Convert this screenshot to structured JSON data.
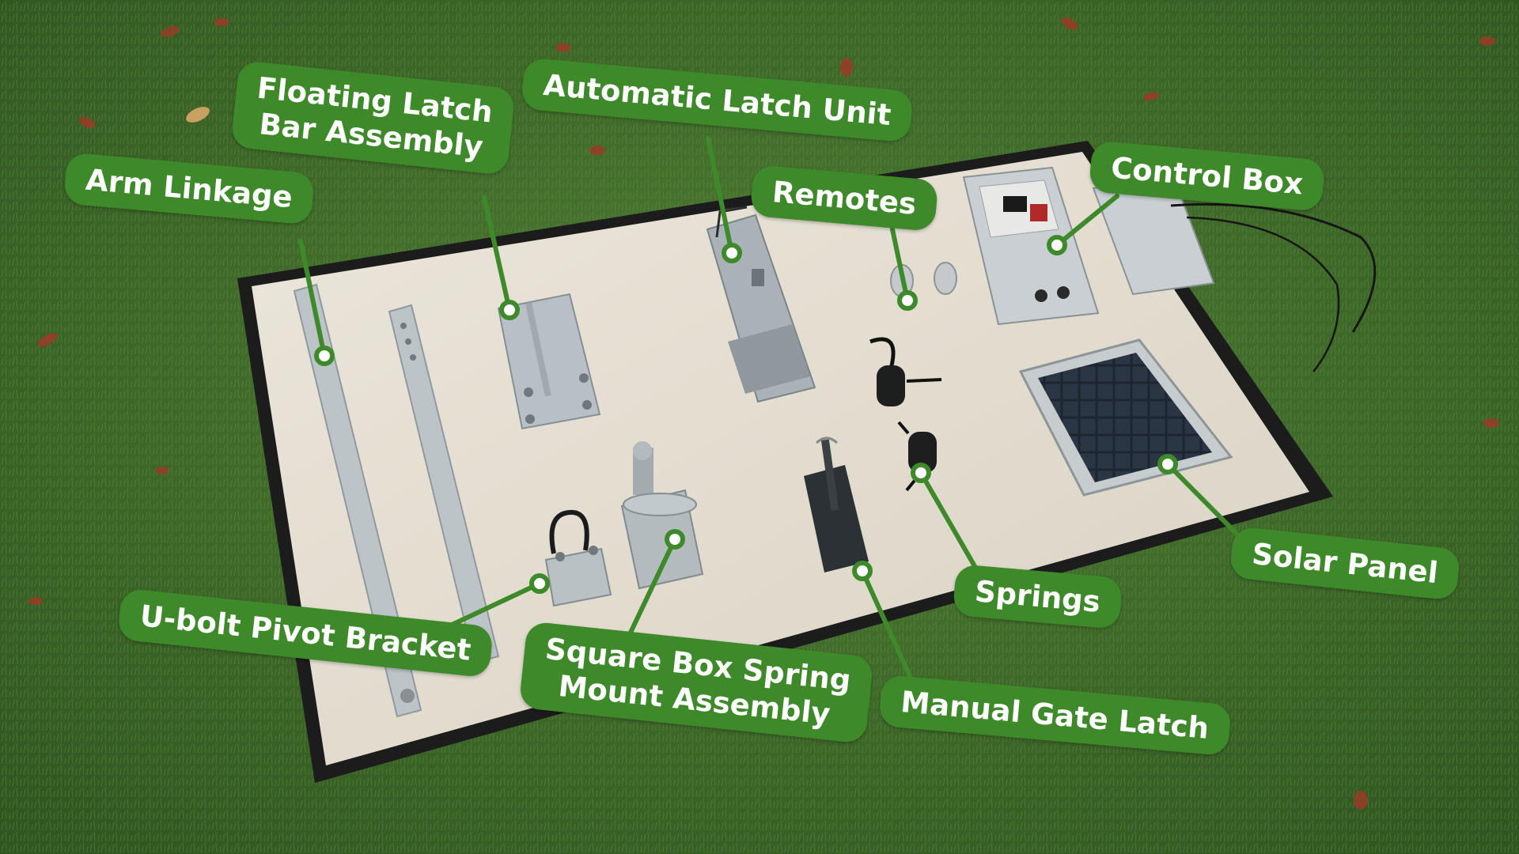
{
  "theme": {
    "label_bg": "#3e8a2a",
    "label_text": "#ffffff",
    "leader_line": "#3e8a2a",
    "anchor_dot_fill": "#ffffff"
  },
  "labels": {
    "arm_linkage": "Arm Linkage",
    "floating_latch_1": "Floating Latch",
    "floating_latch_2": "Bar Assembly",
    "automatic_latch": "Automatic Latch Unit",
    "remotes": "Remotes",
    "control_box": "Control Box",
    "u_bolt": "U-bolt Pivot Bracket",
    "square_box_1": "Square Box Spring",
    "square_box_2": "Mount Assembly",
    "springs": "Springs",
    "manual_latch": "Manual Gate Latch",
    "solar_panel": "Solar Panel"
  }
}
